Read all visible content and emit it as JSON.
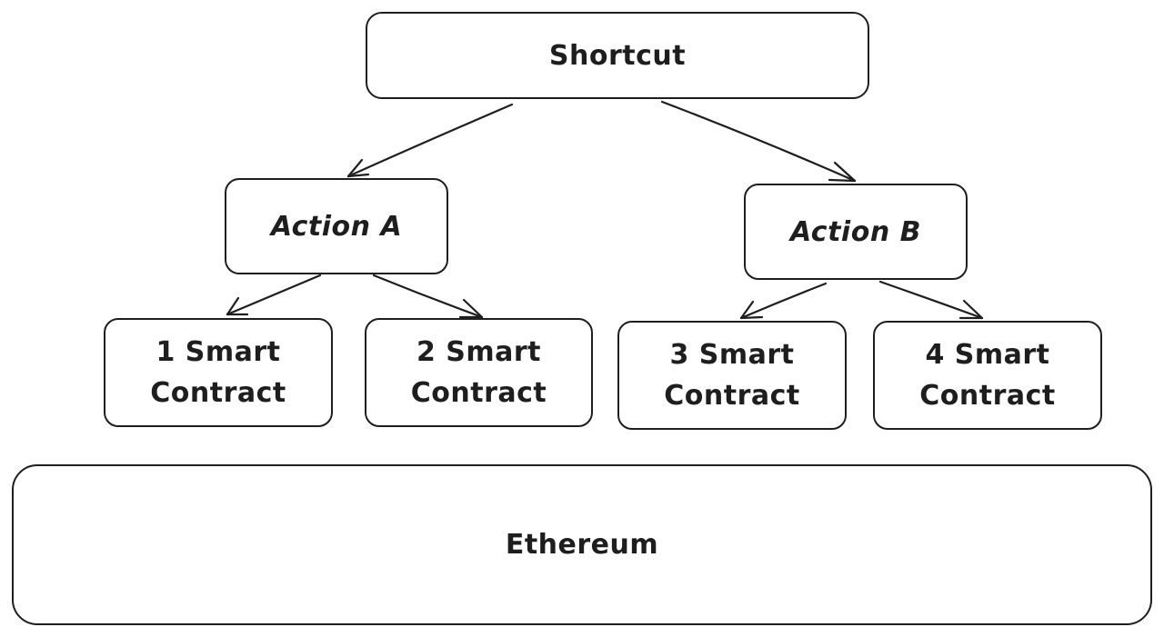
{
  "diagram": {
    "nodes": {
      "shortcut": "Shortcut",
      "action_a": "Action A",
      "action_b": "Action B",
      "sc1": {
        "line1": "1 Smart",
        "line2": "Contract"
      },
      "sc2": {
        "line1": "2 Smart",
        "line2": "Contract"
      },
      "sc3": {
        "line1": "3 Smart",
        "line2": "Contract"
      },
      "sc4": {
        "line1": "4 Smart",
        "line2": "Contract"
      },
      "ethereum": "Ethereum"
    },
    "edges": [
      {
        "from": "Shortcut",
        "to": "Action A"
      },
      {
        "from": "Shortcut",
        "to": "Action B"
      },
      {
        "from": "Action A",
        "to": "1 Smart Contract"
      },
      {
        "from": "Action A",
        "to": "2 Smart Contract"
      },
      {
        "from": "Action B",
        "to": "3 Smart Contract"
      },
      {
        "from": "Action B",
        "to": "4 Smart Contract"
      }
    ],
    "colors": {
      "stroke": "#1e1e1e",
      "background": "#ffffff"
    }
  }
}
